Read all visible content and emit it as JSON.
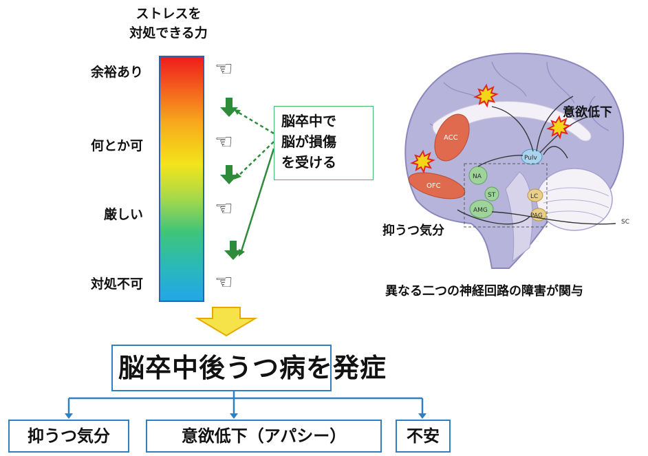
{
  "left_panel": {
    "heading_line1": "ストレスを",
    "heading_line2": "対処できる力",
    "levels": [
      "余裕あり",
      "何とか可",
      "厳しい",
      "対処不可"
    ]
  },
  "callout": {
    "line1": "脳卒中で",
    "line2": "脳が損傷",
    "line3": "を受ける"
  },
  "brain": {
    "label_apathy": "意欲低下",
    "label_depressed": "抑うつ気分",
    "caption": "異なる二つの神経回路の障害が関与",
    "regions": [
      "ACC",
      "OFC",
      "NA",
      "ST",
      "AMG",
      "Pulv",
      "LC",
      "PAG",
      "SC"
    ]
  },
  "main": {
    "boxed_text": "脳卒中後うつ病",
    "suffix_text": "を発症"
  },
  "symptoms": [
    "抑うつ気分",
    "意欲低下（アパシー）",
    "不安"
  ],
  "colors": {
    "box_border": "#2f7fc1",
    "arrow_green": "#2e8b3a",
    "callout_border": "#3fbf6e",
    "brain_fill": "#b7b4dc",
    "down_arrow": "#f6e34a"
  },
  "icons": [
    "pointing-hand-icon",
    "down-arrow-icon",
    "burst-icon"
  ]
}
